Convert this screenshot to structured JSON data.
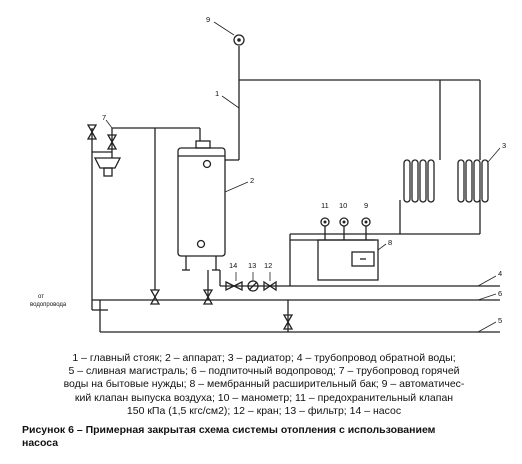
{
  "callouts": {
    "c1": "1",
    "c2": "2",
    "c3": "3",
    "c4": "4",
    "c5": "5",
    "c6": "6",
    "c7": "7",
    "c8": "8",
    "c9": "9",
    "c9b": "9",
    "c10": "10",
    "c11": "11",
    "c12": "12",
    "c13": "13",
    "c14": "14"
  },
  "inlet_label": [
    "от",
    "водопровода"
  ],
  "legend_lines": [
    "1 – главный стояк; 2 – аппарат; 3 – радиатор; 4 – трубопровод обратной воды;",
    "5 – сливная магистраль; 6 – подпиточный водопровод; 7 – трубопровод горячей",
    "воды на бытовые нужды; 8 – мембранный расширительный бак; 9 – автоматичес-",
    "кий клапан выпуска воздуха; 10 – манометр; 11 – предохранительный клапан",
    "150 кПа (1,5 кгс/см2); 12 – кран; 13 – фильтр; 14 – насос"
  ],
  "caption_lines": [
    "Рисунок 6 – Примерная закрытая схема системы отопления с использованием",
    "насоса"
  ]
}
